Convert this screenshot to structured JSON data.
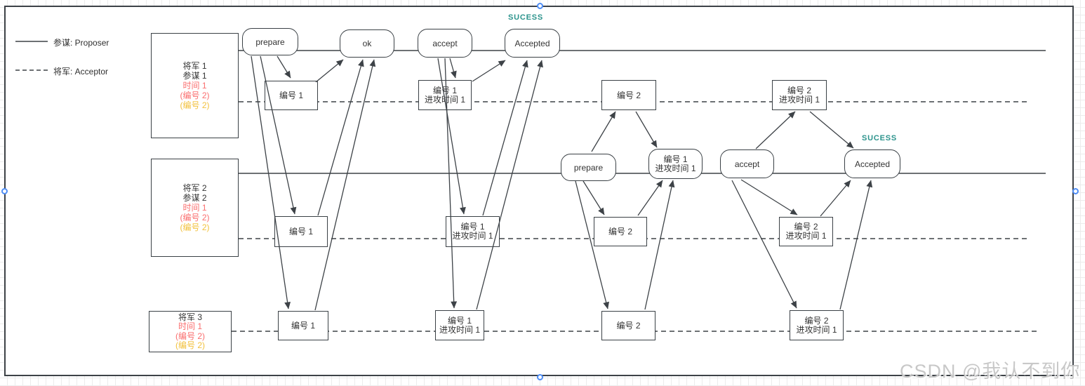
{
  "colors": {
    "stroke": "#3d4247",
    "node_border": "#3a4045",
    "text": "#333333",
    "red_text": "#fa6e6e",
    "yellow_text": "#f2c13d",
    "teal_success": "#2d948d",
    "handle_blue": "#4e8df6",
    "watermark_gray": "#c8c8c8"
  },
  "legend": {
    "proposer_label": "参谋: Proposer",
    "acceptor_label": "将军: Acceptor"
  },
  "generals": {
    "g1": {
      "line1": "将军 1",
      "line2": "参谋 1",
      "line3": "时间 1",
      "line4": "(编号 2)",
      "line5": "(编号 2)"
    },
    "g2": {
      "line1": "将军 2",
      "line2": "参谋 2",
      "line3": "时间 1",
      "line4": "(编号 2)",
      "line5": "(编号 2)"
    },
    "g3": {
      "line1": "将军 3",
      "line2": "时间 1",
      "line3": "(编号 2)",
      "line4": "(编号 2)"
    }
  },
  "phase1": {
    "prepare": "prepare",
    "ok": "ok",
    "accept": "accept",
    "accepted": "Accepted",
    "success": "SUCESS"
  },
  "phase2": {
    "prepare": "prepare",
    "accept": "accept",
    "accepted": "Accepted",
    "success": "SUCESS"
  },
  "messages": {
    "num1": "编号 1",
    "num2": "编号 2",
    "attack_time": "进攻时间 1"
  },
  "watermark": "CSDN @我认不到你"
}
